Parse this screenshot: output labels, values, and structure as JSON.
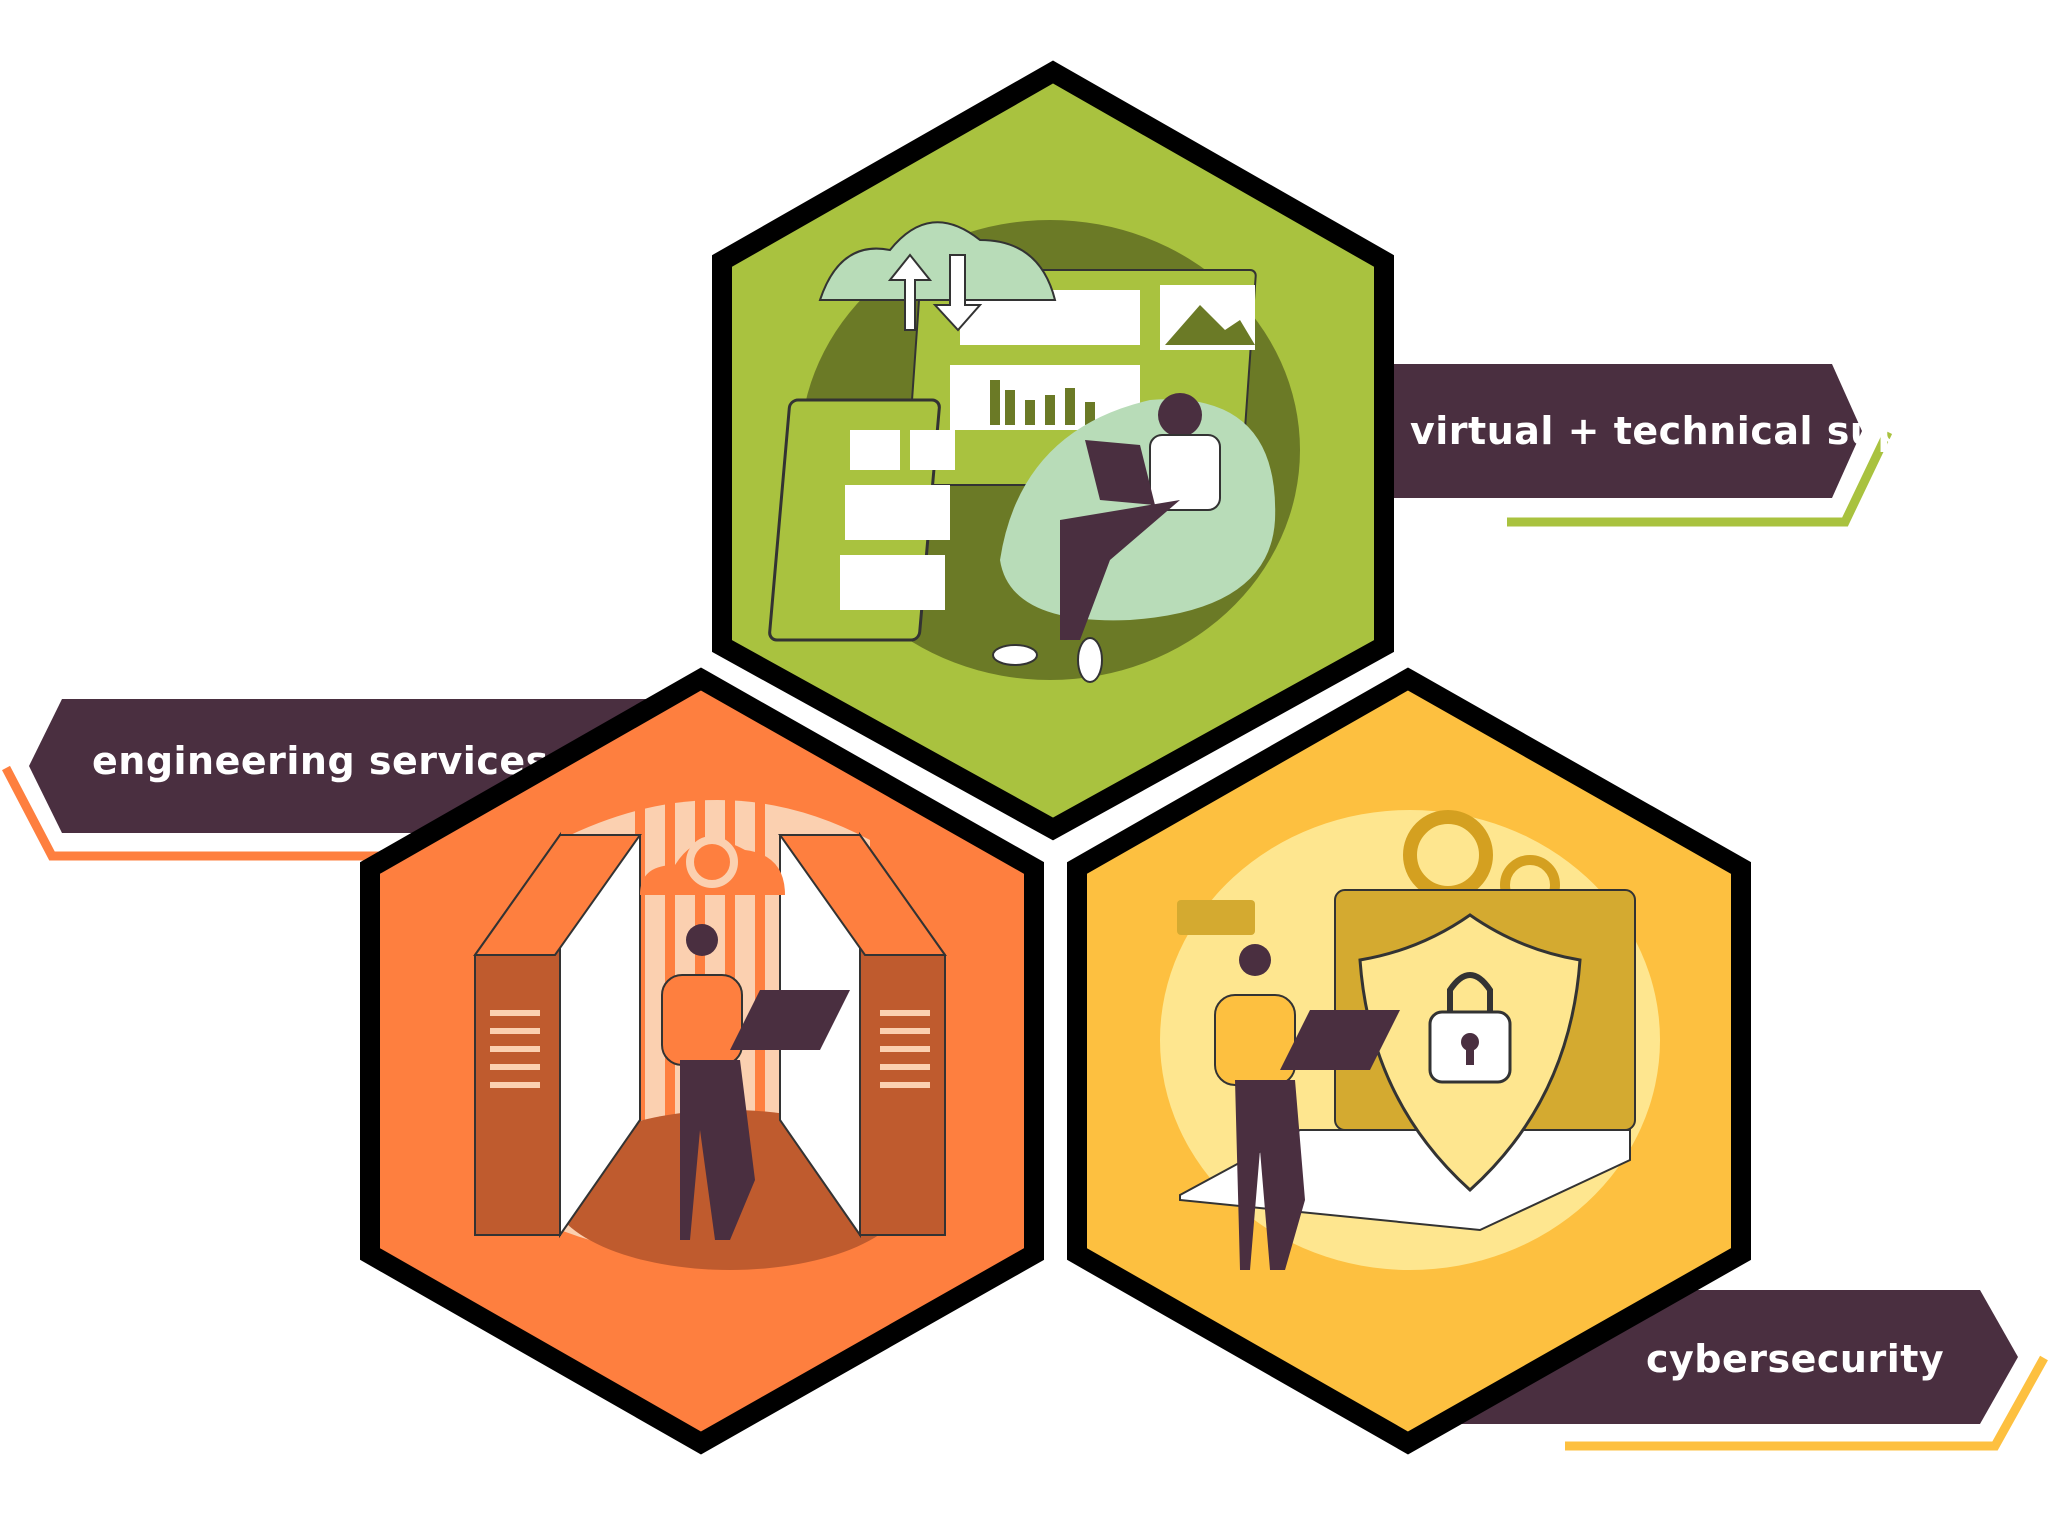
{
  "colors": {
    "plum": "#4a2f40",
    "green": "#a9c23f",
    "orange": "#fe7f3f",
    "yellow": "#fdc040",
    "outline": "#000000"
  },
  "sections": [
    {
      "label": "virtual + technical support",
      "color": "#a9c23f",
      "illustration": "person-on-beanbag-cloud-sync-icon"
    },
    {
      "label": "engineering services",
      "color": "#fe7f3f",
      "illustration": "person-in-server-room-icon"
    },
    {
      "label": "cybersecurity",
      "color": "#fdc040",
      "illustration": "person-with-laptop-shield-lock-icon"
    }
  ]
}
